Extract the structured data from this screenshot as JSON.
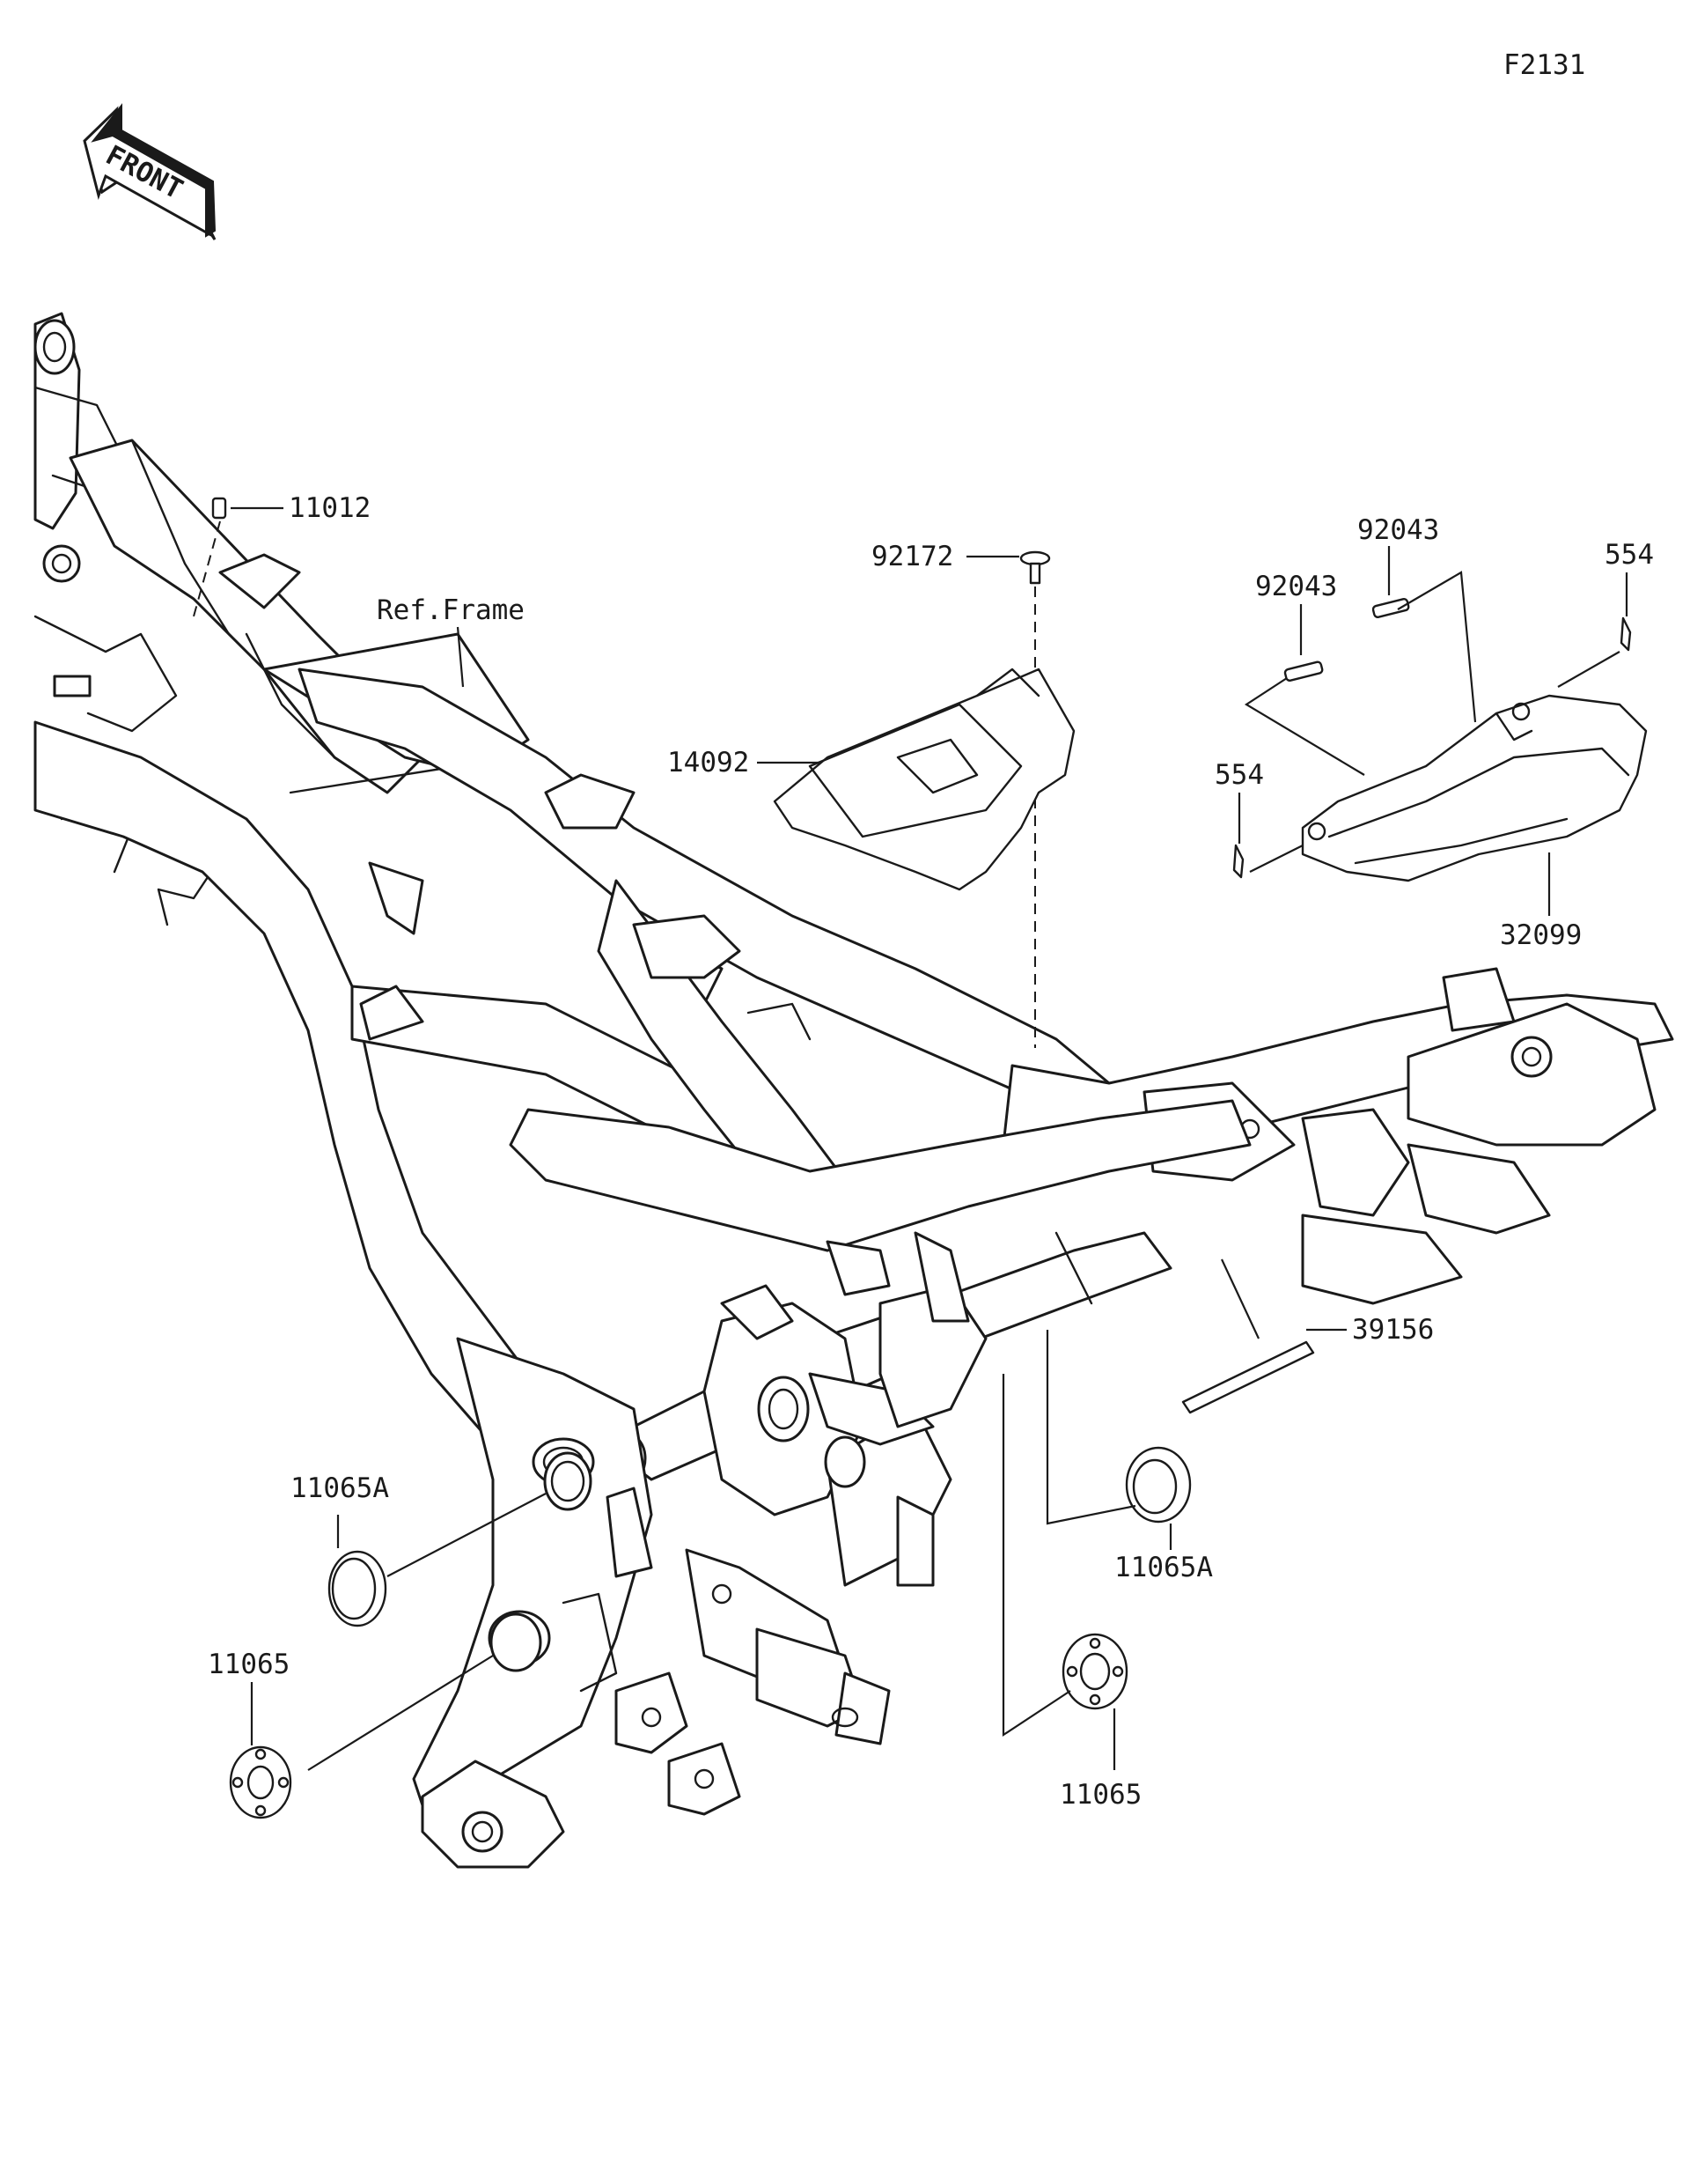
{
  "diagram": {
    "code": "F2131",
    "front_arrow_text": "FRONT",
    "ref_label": "Ref.Frame",
    "parts": [
      {
        "id": "p11012",
        "number": "11012"
      },
      {
        "id": "p92172",
        "number": "92172"
      },
      {
        "id": "p14092",
        "number": "14092"
      },
      {
        "id": "p92043a",
        "number": "92043"
      },
      {
        "id": "p92043b",
        "number": "92043"
      },
      {
        "id": "p554a",
        "number": "554"
      },
      {
        "id": "p554b",
        "number": "554"
      },
      {
        "id": "p32099",
        "number": "32099"
      },
      {
        "id": "p39156",
        "number": "39156"
      },
      {
        "id": "p11065Aleft",
        "number": "11065A"
      },
      {
        "id": "p11065left",
        "number": "11065"
      },
      {
        "id": "p11065Aright",
        "number": "11065A"
      },
      {
        "id": "p11065right",
        "number": "11065"
      }
    ]
  }
}
